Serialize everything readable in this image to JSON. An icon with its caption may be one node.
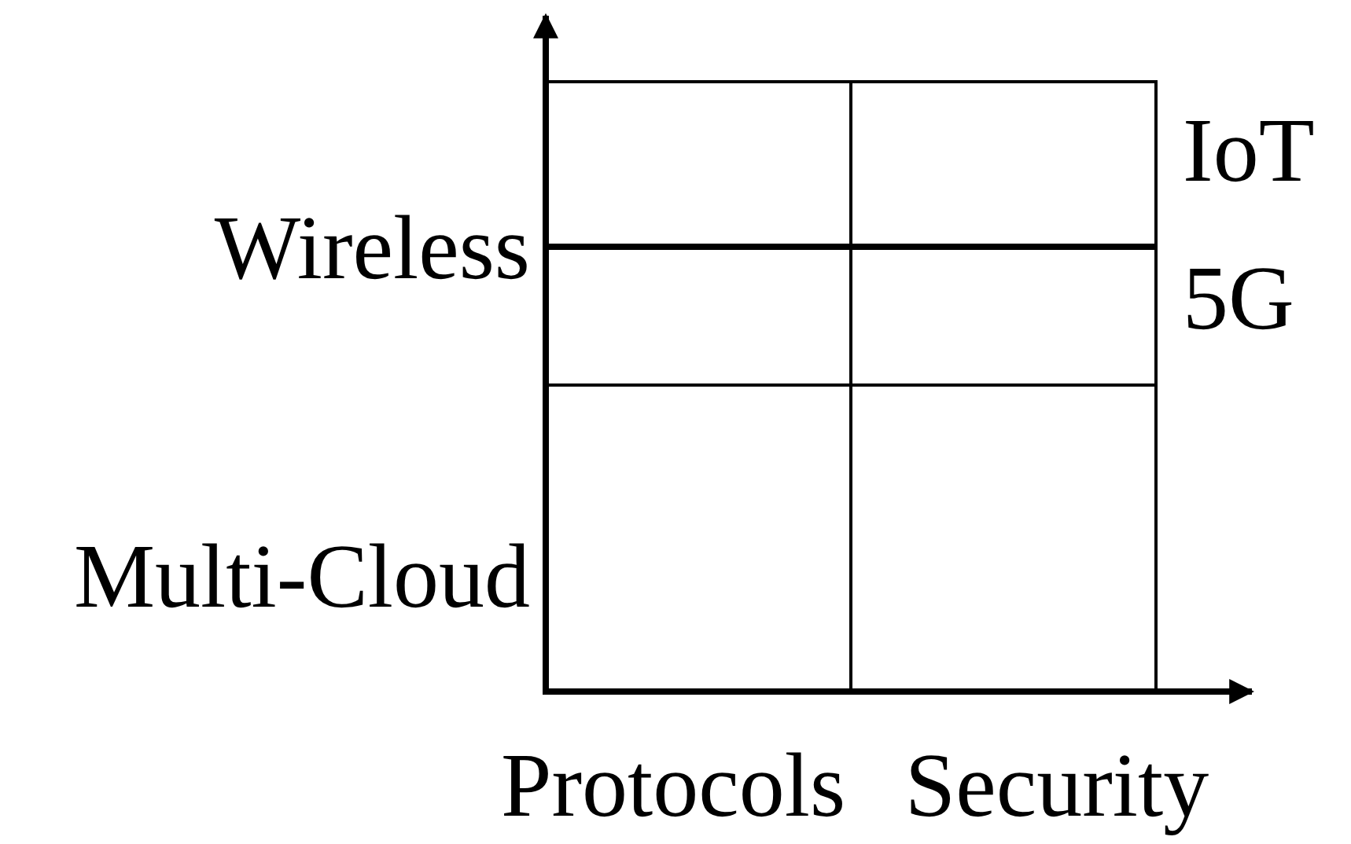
{
  "diagram": {
    "labels": [
      "IoT",
      "Wireless",
      "5G",
      "Multi-Cloud",
      "Protocols",
      "Security"
    ]
  }
}
